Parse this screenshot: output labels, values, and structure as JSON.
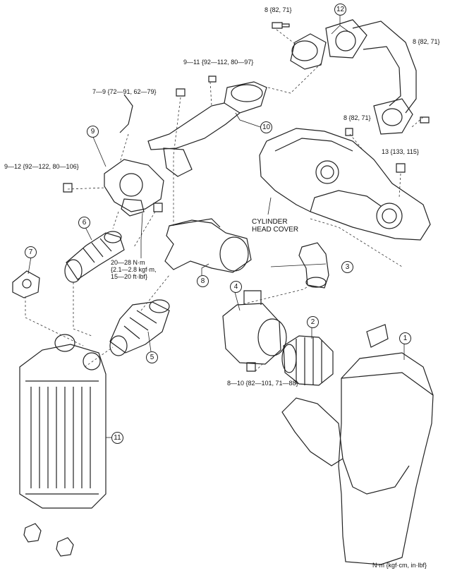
{
  "callouts": {
    "c1": "1",
    "c2": "2",
    "c3": "3",
    "c4": "4",
    "c5": "5",
    "c6": "6",
    "c7": "7",
    "c8": "8",
    "c9": "9",
    "c10": "10",
    "c11": "11",
    "c12": "12"
  },
  "torques": {
    "bolt_12_left": "8 {82, 71}",
    "bolt_12_right": "8 {82, 71}",
    "bolt_top_center": "9—11 {92—112, 80—97}",
    "bolt_left_upper": "7—9 {72—91, 62—79}",
    "bolt_cover": "8 {82, 71}",
    "bolt_cover_right": "13 {133, 115}",
    "bolt_left_mid": "9—12 {92—122, 80—106}",
    "nut_center": "20—28 N·m\n{2.1—2.8 kgf·m,\n15—20 ft·lbf}",
    "bolt_airflow": "8—10 {82—101, 71—88}"
  },
  "labels": {
    "cylinder_head_cover": "CYLINDER\nHEAD COVER",
    "units": "N·m {kgf·cm, in·lbf}"
  }
}
